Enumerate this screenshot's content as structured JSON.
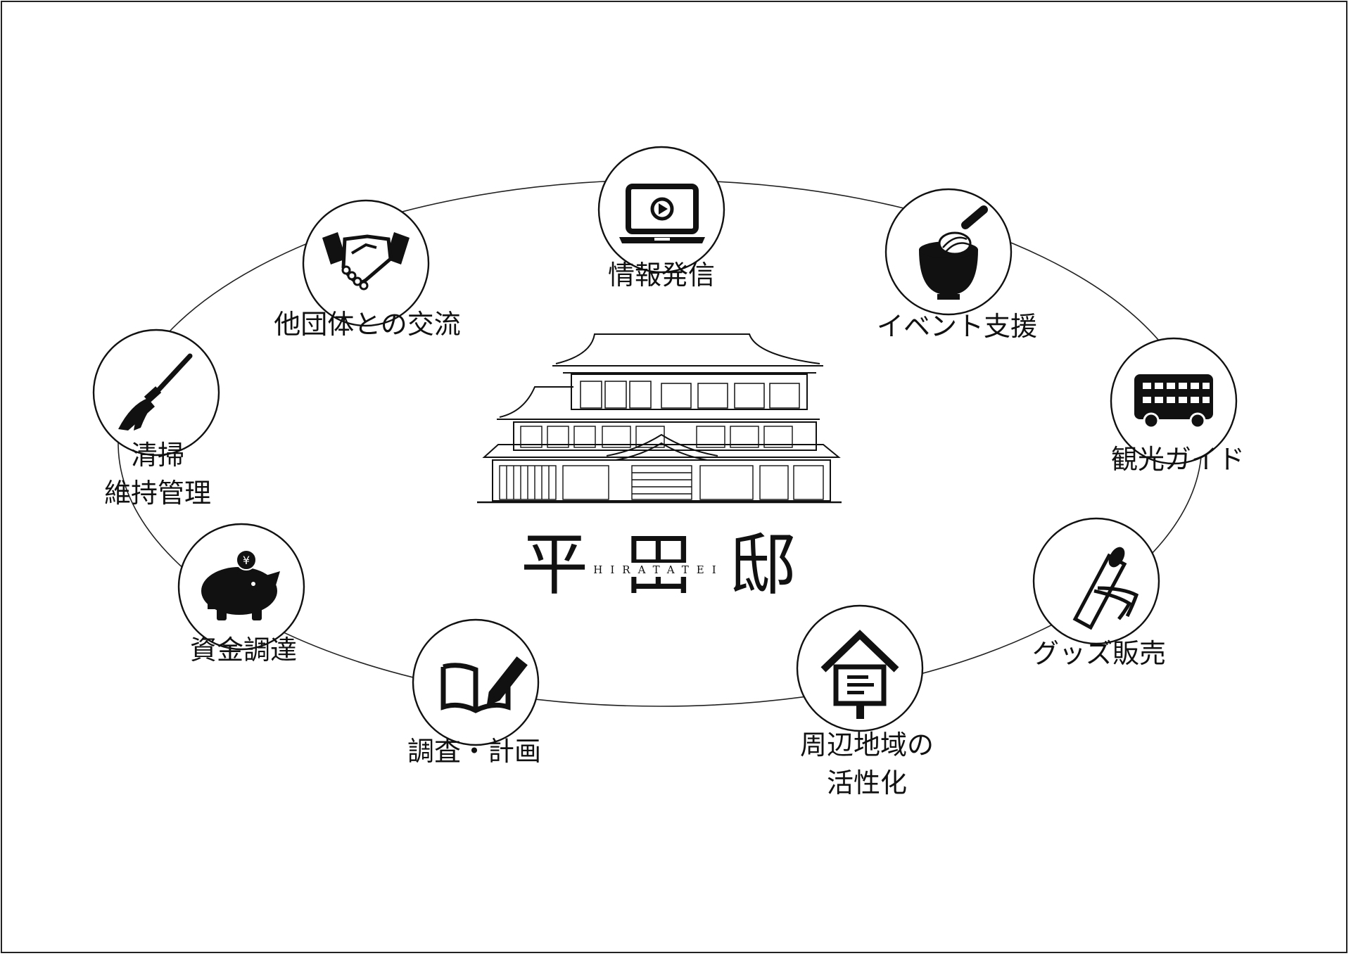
{
  "diagram": {
    "center": {
      "title_chars": [
        "平",
        "田",
        "邸"
      ],
      "romaji": "HIRATATEI"
    },
    "nodes": [
      {
        "id": "info",
        "icon": "laptop-play-icon",
        "lines": [
          "情報発信"
        ]
      },
      {
        "id": "event",
        "icon": "matcha-bowl-whisk-icon",
        "lines": [
          "イベント支援"
        ]
      },
      {
        "id": "guide",
        "icon": "double-decker-bus-icon",
        "lines": [
          "観光ガイド"
        ]
      },
      {
        "id": "goods",
        "icon": "rolled-towel-icon",
        "lines": [
          "グッズ販売"
        ]
      },
      {
        "id": "local",
        "icon": "notice-board-icon",
        "lines": [
          "周辺地域の",
          "活性化"
        ]
      },
      {
        "id": "research",
        "icon": "notebook-pen-icon",
        "lines": [
          "調査・計画"
        ]
      },
      {
        "id": "funding",
        "icon": "piggy-bank-yen-icon",
        "lines": [
          "資金調達"
        ]
      },
      {
        "id": "cleaning",
        "icon": "broom-icon",
        "lines": [
          "清掃",
          "維持管理"
        ]
      },
      {
        "id": "exchange",
        "icon": "handshake-icon",
        "lines": [
          "他団体との交流"
        ]
      }
    ],
    "colors": {
      "ink": "#111111",
      "background": "#ffffff"
    }
  }
}
